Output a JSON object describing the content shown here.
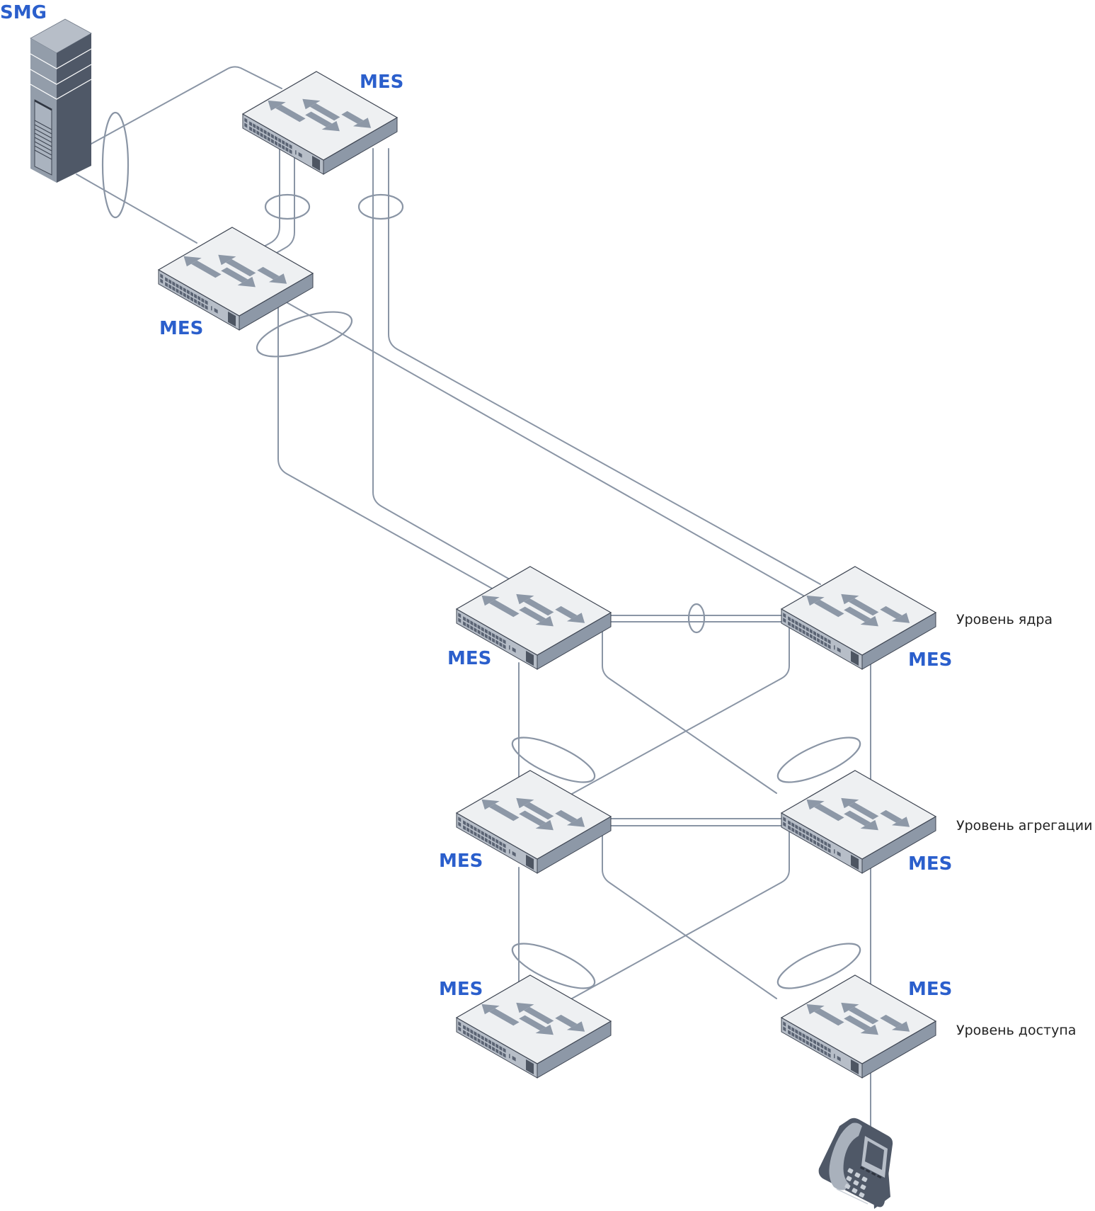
{
  "diagram": {
    "title": "SMG network topology: core, aggregation and access levels",
    "colors": {
      "device_label": "#2b5fcc",
      "layer_label": "#222222",
      "link": "#8a95a5",
      "switch_top": "#eef0f2",
      "switch_side": "#8d98a7",
      "server_dark": "#4f5867",
      "server_light": "#b7bec8"
    },
    "devices": [
      {
        "id": "smg",
        "type": "server",
        "label": "SMG"
      },
      {
        "id": "mes-top",
        "type": "switch",
        "label": "MES"
      },
      {
        "id": "mes-mid",
        "type": "switch",
        "label": "MES"
      },
      {
        "id": "mes-core-left",
        "type": "switch",
        "label": "MES"
      },
      {
        "id": "mes-core-right",
        "type": "switch",
        "label": "MES"
      },
      {
        "id": "mes-agg-left",
        "type": "switch",
        "label": "MES"
      },
      {
        "id": "mes-agg-right",
        "type": "switch",
        "label": "MES"
      },
      {
        "id": "mes-access-left",
        "type": "switch",
        "label": "MES"
      },
      {
        "id": "mes-access-right",
        "type": "switch",
        "label": "MES"
      },
      {
        "id": "ip-phone",
        "type": "phone",
        "label": ""
      }
    ],
    "layers": [
      {
        "id": "core",
        "label": "Уровень ядра"
      },
      {
        "id": "aggregation",
        "label": "Уровень агрегации"
      },
      {
        "id": "access",
        "label": "Уровень доступа"
      }
    ],
    "links": [
      {
        "from": "smg",
        "to": "mes-top",
        "lag": "smg-lag"
      },
      {
        "from": "smg",
        "to": "mes-mid",
        "lag": "smg-lag"
      },
      {
        "from": "mes-top",
        "to": "mes-mid",
        "count": 2,
        "lag": "stack-lag"
      },
      {
        "from": "mes-top",
        "to": "mes-core-left",
        "lag": "top-uplink-lag"
      },
      {
        "from": "mes-top",
        "to": "mes-core-right",
        "lag": "top-uplink-lag"
      },
      {
        "from": "mes-mid",
        "to": "mes-core-left",
        "lag": "mid-uplink-lag"
      },
      {
        "from": "mes-mid",
        "to": "mes-core-right",
        "lag": "mid-uplink-lag"
      },
      {
        "from": "mes-core-left",
        "to": "mes-core-right",
        "count": 2,
        "lag": "core-lag"
      },
      {
        "from": "mes-core-left",
        "to": "mes-agg-left",
        "lag": "agg-left-lag"
      },
      {
        "from": "mes-core-right",
        "to": "mes-agg-left",
        "lag": "agg-left-lag"
      },
      {
        "from": "mes-core-left",
        "to": "mes-agg-right",
        "lag": "agg-right-lag"
      },
      {
        "from": "mes-core-right",
        "to": "mes-agg-right",
        "lag": "agg-right-lag"
      },
      {
        "from": "mes-agg-left",
        "to": "mes-agg-right",
        "count": 2
      },
      {
        "from": "mes-agg-left",
        "to": "mes-access-left",
        "lag": "acc-left-lag"
      },
      {
        "from": "mes-agg-right",
        "to": "mes-access-left",
        "lag": "acc-left-lag"
      },
      {
        "from": "mes-agg-left",
        "to": "mes-access-right",
        "lag": "acc-right-lag"
      },
      {
        "from": "mes-agg-right",
        "to": "mes-access-right",
        "lag": "acc-right-lag"
      },
      {
        "from": "mes-access-right",
        "to": "ip-phone"
      }
    ]
  }
}
